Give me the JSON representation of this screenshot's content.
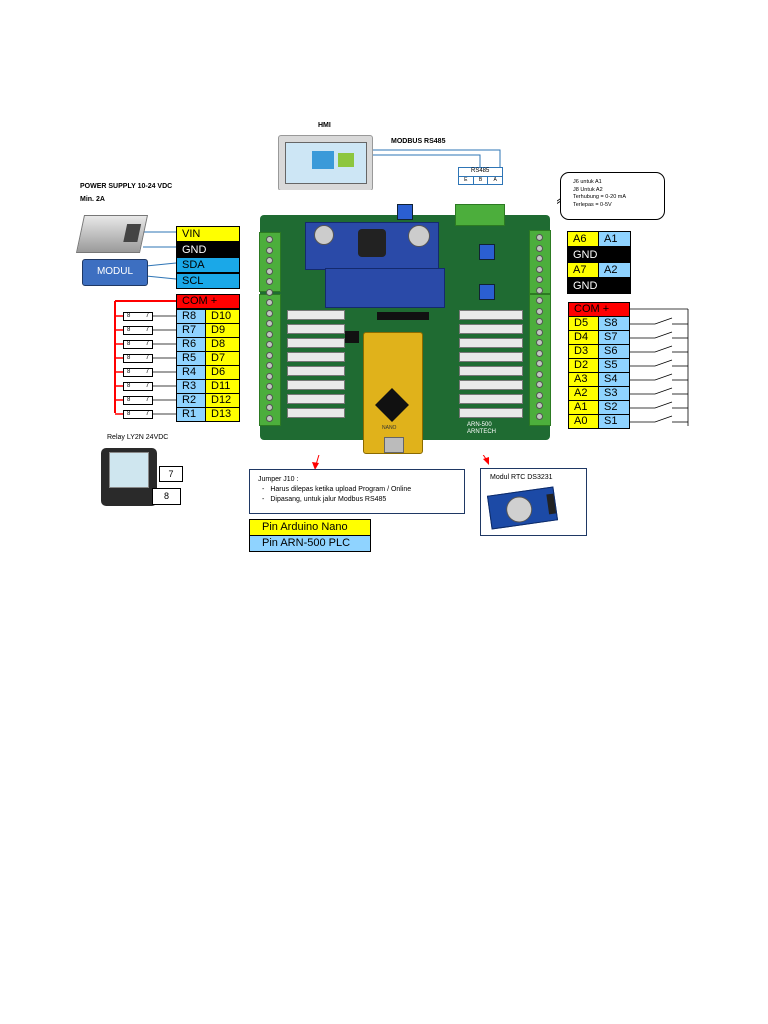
{
  "hmi": {
    "title": "HMI"
  },
  "modbus": {
    "title": "MODBUS RS485",
    "rs485_label": "RS485",
    "pins": [
      "E",
      "B",
      "A"
    ]
  },
  "power": {
    "title": "POWER SUPPLY 10-24 VDC",
    "subtitle": "Min. 2A"
  },
  "modul": {
    "label": "MODUL"
  },
  "power_pins": [
    {
      "label": "VIN",
      "style": "y"
    },
    {
      "label": "GND",
      "style": "k"
    },
    {
      "label": "SDA",
      "style": "c"
    },
    {
      "label": "SCL",
      "style": "c"
    }
  ],
  "relay_com": "COM +",
  "relays": [
    {
      "plc": "R8",
      "nano": "D10",
      "pins": [
        "8",
        "7"
      ]
    },
    {
      "plc": "R7",
      "nano": "D9",
      "pins": [
        "8",
        "7"
      ]
    },
    {
      "plc": "R6",
      "nano": "D8",
      "pins": [
        "8",
        "7"
      ]
    },
    {
      "plc": "R5",
      "nano": "D7",
      "pins": [
        "8",
        "7"
      ]
    },
    {
      "plc": "R4",
      "nano": "D6",
      "pins": [
        "8",
        "7"
      ]
    },
    {
      "plc": "R3",
      "nano": "D11",
      "pins": [
        "8",
        "7"
      ]
    },
    {
      "plc": "R2",
      "nano": "D12",
      "pins": [
        "8",
        "7"
      ]
    },
    {
      "plc": "R1",
      "nano": "D13",
      "pins": [
        "8",
        "7"
      ]
    }
  ],
  "relay_module": {
    "title": "Relay LY2N 24VDC",
    "pin_a": "7",
    "pin_b": "8"
  },
  "jumper_note": {
    "lines": [
      "J6 untuk A1",
      "J8 Untuk A2",
      "Terhubung = 0-20 mA",
      "Terlepas  = 0-5V"
    ]
  },
  "analog": [
    {
      "nano": "A6",
      "plc": "A1"
    },
    {
      "gnd": "GND"
    },
    {
      "nano": "A7",
      "plc": "A2"
    },
    {
      "gnd": "GND"
    }
  ],
  "input_com": "COM +",
  "inputs": [
    {
      "nano": "D5",
      "plc": "S8"
    },
    {
      "nano": "D4",
      "plc": "S7"
    },
    {
      "nano": "D3",
      "plc": "S6"
    },
    {
      "nano": "D2",
      "plc": "S5"
    },
    {
      "nano": "A3",
      "plc": "S4"
    },
    {
      "nano": "A2",
      "plc": "S3"
    },
    {
      "nano": "A1",
      "plc": "S2"
    },
    {
      "nano": "A0",
      "plc": "S1"
    }
  ],
  "jumper_box": {
    "title": "Jumper J10 :",
    "items": [
      "Harus dilepas ketika upload Program / Online",
      "Dipasang, untuk jalur Modbus RS485"
    ]
  },
  "rtc": {
    "title": "Modul RTC DS3231"
  },
  "legend": {
    "nano": "Pin Arduino Nano",
    "plc": "Pin ARN-500 PLC"
  },
  "board_text": {
    "model": "ARN-500",
    "brand": "ARNTECH",
    "nano": "NANO"
  },
  "colors": {
    "yellow": "#ffff00",
    "light_blue": "#8fd3ff",
    "red": "#ff0000",
    "cyan": "#1aa8e8",
    "pcb": "#1f6b32",
    "wire": "#ff0000"
  }
}
